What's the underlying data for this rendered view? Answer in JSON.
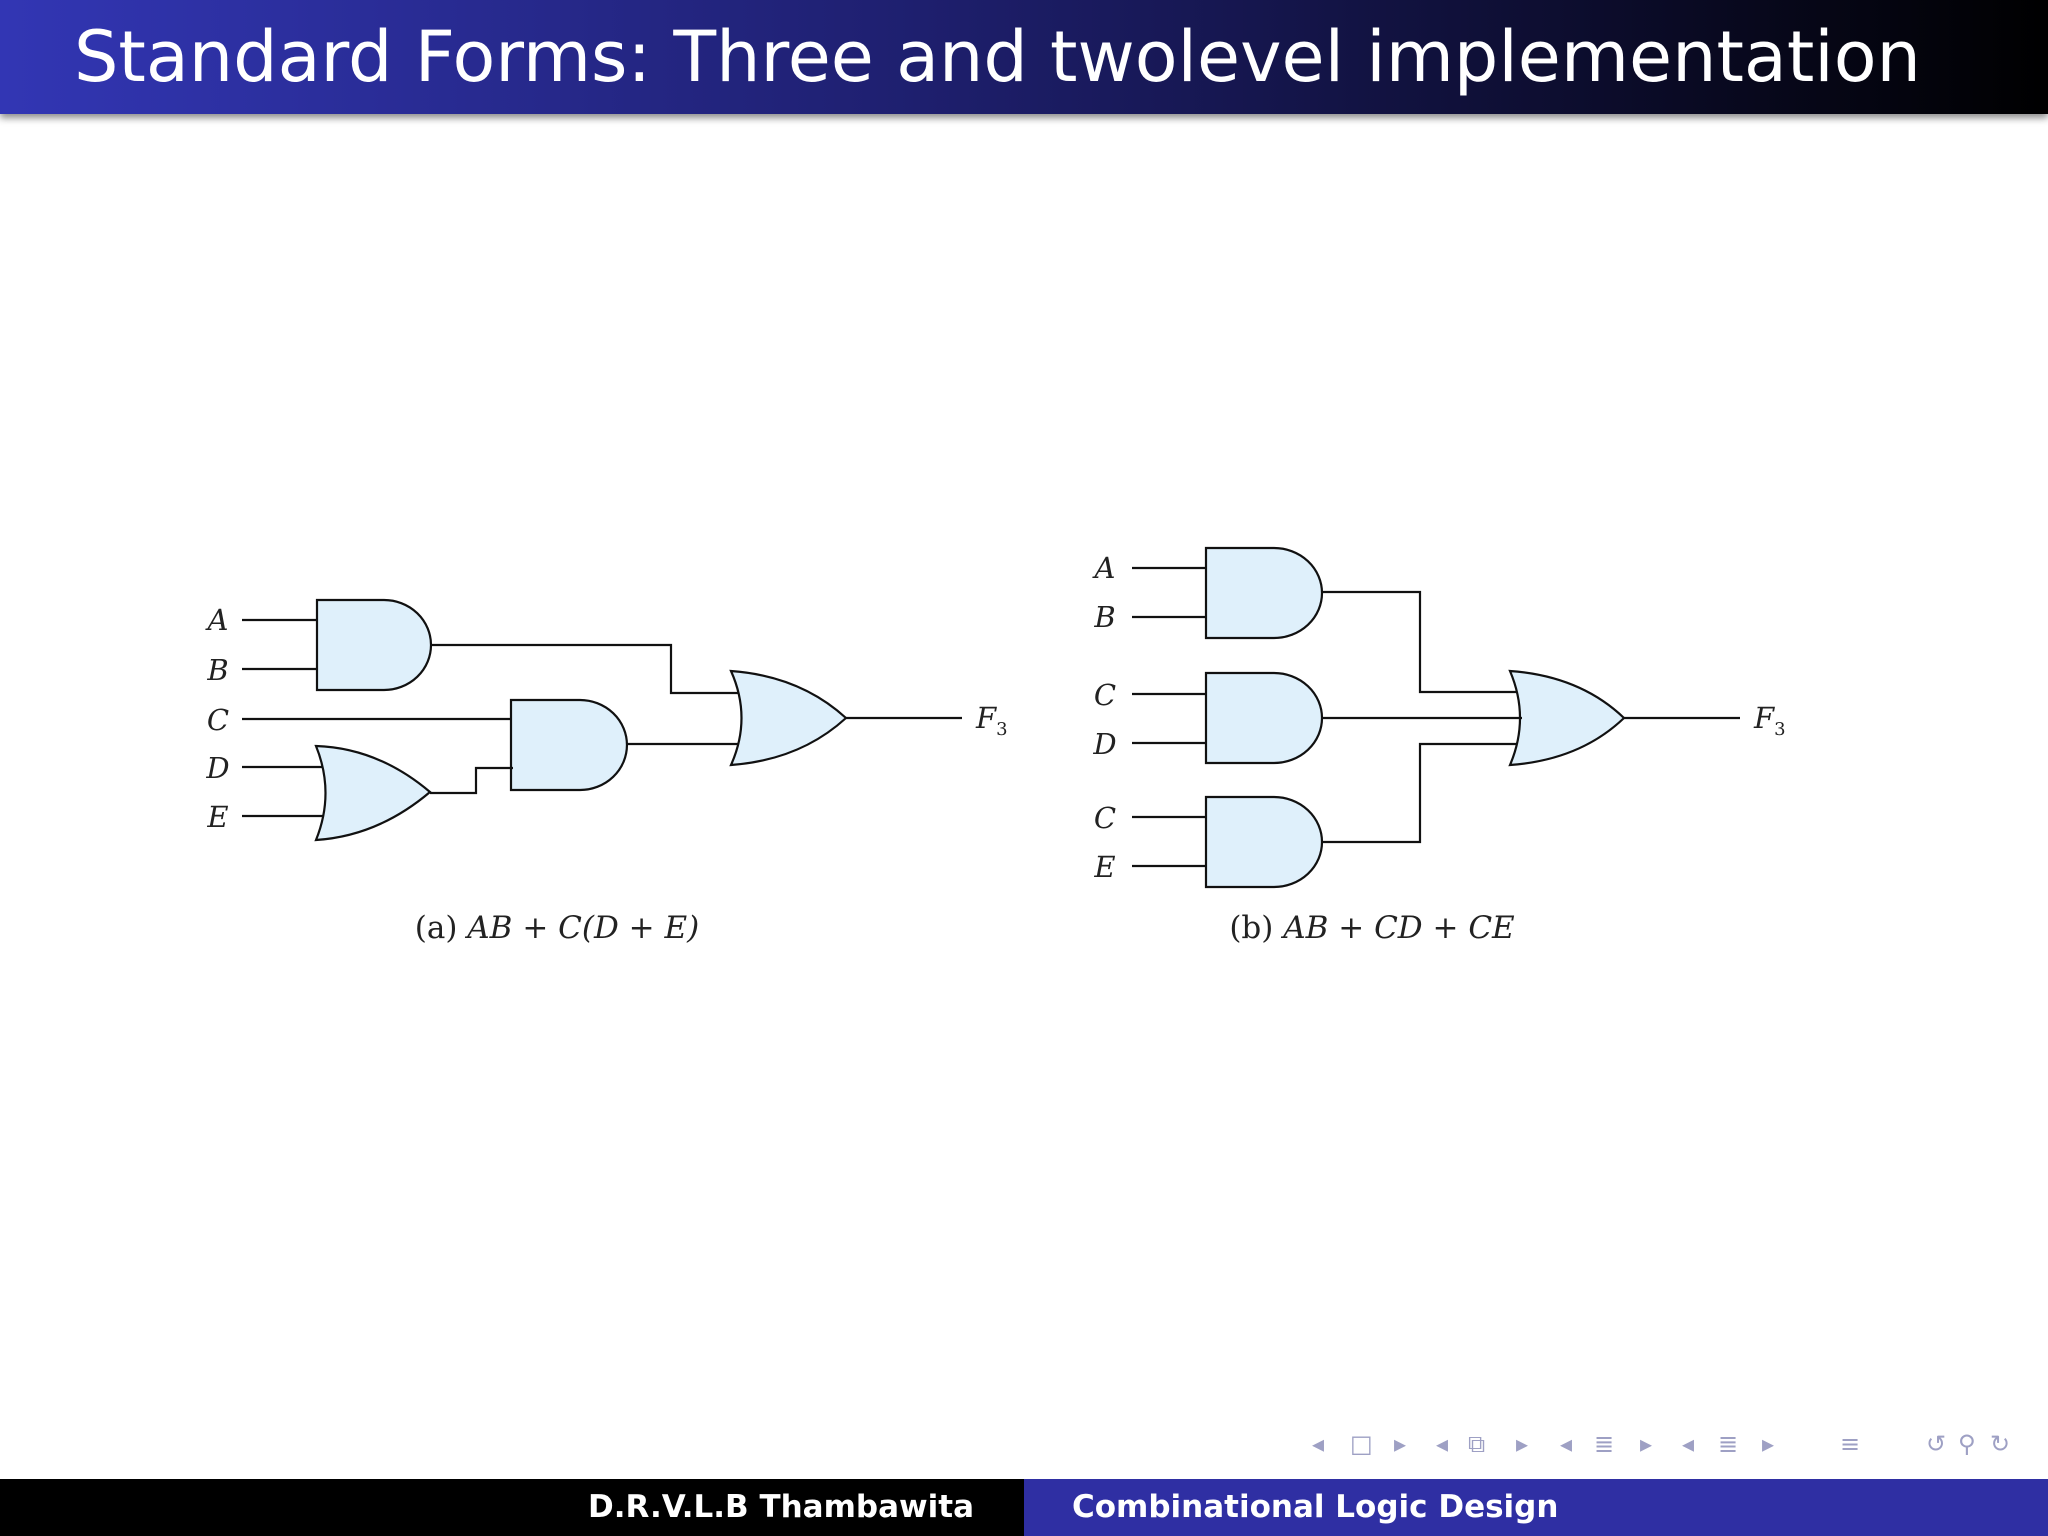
{
  "slide": {
    "title": "Standard Forms: Three and twolevel implementation"
  },
  "figure_a": {
    "inputs": [
      "A",
      "B",
      "C",
      "D",
      "E"
    ],
    "output": "F",
    "output_subscript": "3",
    "caption_prefix": "(a)",
    "caption_expr": "AB + C(D + E)"
  },
  "figure_b": {
    "inputs": [
      "A",
      "B",
      "C",
      "D",
      "C",
      "E"
    ],
    "output": "F",
    "output_subscript": "3",
    "caption_prefix": "(b)",
    "caption_expr": "AB + CD + CE"
  },
  "footer": {
    "author": "D.R.V.L.B Thambawita",
    "course": "Combinational Logic Design"
  },
  "colors": {
    "gate_fill": "#dff0fb",
    "title_start": "#3236b4",
    "footer_right": "#2f2fa3"
  },
  "nav_icons": [
    "prev-arrow-icon",
    "frame-icon",
    "next-arrow-icon",
    "prev-arrow-icon",
    "subsection-icon",
    "next-arrow-icon",
    "prev-arrow-icon",
    "section-list-icon",
    "next-arrow-icon",
    "prev-arrow-icon",
    "section-list-icon",
    "next-arrow-icon",
    "align-icon",
    "undo-icon",
    "search-icon",
    "redo-icon"
  ]
}
